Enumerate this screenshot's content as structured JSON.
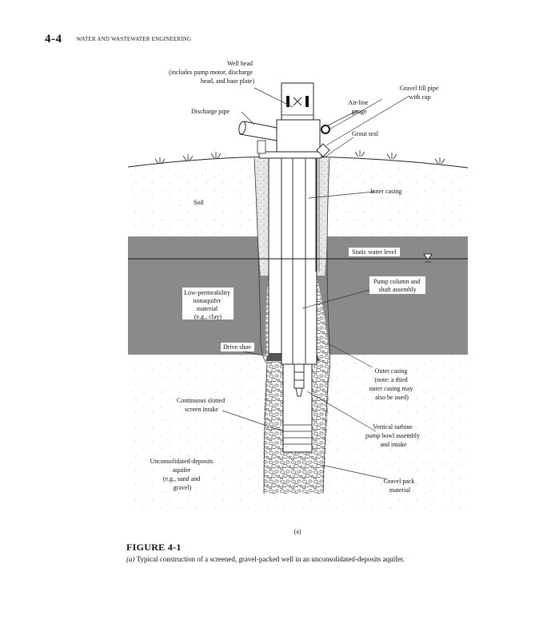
{
  "header": {
    "page_number": "4-4",
    "running_title": "WATER AND WASTEWATER ENGINEERING"
  },
  "figure": {
    "labels": {
      "well_head": [
        "Well head",
        "(includes pump motor, discharge",
        "head, and base plate)"
      ],
      "gravel_fill_pipe": [
        "Gravel fill pipe",
        "with cap"
      ],
      "air_line_gauge": [
        "Air-line",
        "gauge"
      ],
      "discharge_pipe": [
        "Discharge pipe"
      ],
      "grout_seal": [
        "Grout seal"
      ],
      "inner_casing": [
        "Inner casing"
      ],
      "soil": [
        "Soil"
      ],
      "static_water_level": [
        "Static water level"
      ],
      "pump_column": [
        "Pump column and",
        "shaft assembly"
      ],
      "low_permeability": [
        "Low-permeability",
        "nonaquifer",
        "material",
        "(e.g., clay)"
      ],
      "drive_shoe": [
        "Drive shoe"
      ],
      "outer_casing": [
        "Outer casing",
        "(note: a third",
        "outer casing may",
        "also be used)"
      ],
      "slotted_screen": [
        "Continuous slotted",
        "screen intake"
      ],
      "turbine_pump": [
        "Vertical turbine",
        "pump bowl assembly",
        "and intake"
      ],
      "unconsolidated": [
        "Unconsolidated-deposits",
        "aquifer",
        "(e.g., sand and",
        "gravel)"
      ],
      "gravel_pack": [
        "Gravel pack",
        "material"
      ]
    },
    "panel_letter": "(a)",
    "colors": {
      "clay_layer": "#8a8a8a",
      "ground_line": "#222222"
    }
  },
  "caption": {
    "title": "FIGURE 4-1",
    "panel": "(a)",
    "text": " Typical construction of a screened, gravel-packed well in an unconsolidated-deposits aquifer."
  }
}
